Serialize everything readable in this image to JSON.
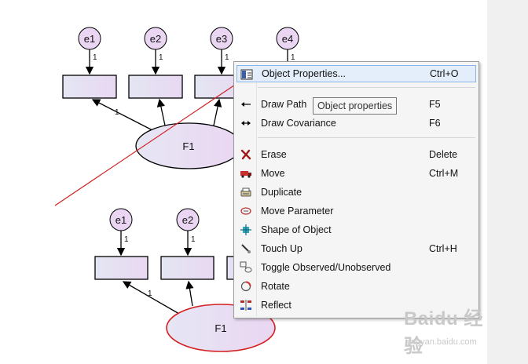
{
  "diagram": {
    "top_model": {
      "errors": [
        "e1",
        "e2",
        "e3",
        "e4"
      ],
      "path_labels": [
        "1",
        "1",
        "1",
        "1"
      ],
      "loading_label": "1",
      "factor": "F1"
    },
    "bottom_model": {
      "errors": [
        "e1",
        "e2"
      ],
      "path_labels": [
        "1",
        "1"
      ],
      "loading_label": "1",
      "factor": "F1"
    }
  },
  "context_menu": {
    "items": [
      {
        "label": "Object Properties...",
        "shortcut": "Ctrl+O",
        "icon": "properties-icon"
      },
      {
        "label": "Draw Path",
        "shortcut": "F5",
        "icon": "arrow-left-icon"
      },
      {
        "label": "Draw Covariance",
        "shortcut": "F6",
        "icon": "double-arrow-icon"
      },
      {
        "label": "Erase",
        "shortcut": "Delete",
        "icon": "erase-icon"
      },
      {
        "label": "Move",
        "shortcut": "Ctrl+M",
        "icon": "truck-icon"
      },
      {
        "label": "Duplicate",
        "shortcut": "",
        "icon": "copier-icon"
      },
      {
        "label": "Move Parameter",
        "shortcut": "",
        "icon": "move-parameter-icon"
      },
      {
        "label": "Shape of Object",
        "shortcut": "",
        "icon": "shape-icon"
      },
      {
        "label": "Touch Up",
        "shortcut": "Ctrl+H",
        "icon": "touch-up-icon"
      },
      {
        "label": "Toggle Observed/Unobserved",
        "shortcut": "",
        "icon": "toggle-icon"
      },
      {
        "label": "Rotate",
        "shortcut": "",
        "icon": "rotate-icon"
      },
      {
        "label": "Reflect",
        "shortcut": "",
        "icon": "reflect-icon"
      }
    ],
    "tooltip": "Object properties",
    "colors": {
      "highlight": "#e4eefa",
      "highlight_border": "#8ab4e8"
    }
  },
  "watermark": {
    "logo": "Baidu 经验",
    "url": "jingyan.baidu.com"
  }
}
